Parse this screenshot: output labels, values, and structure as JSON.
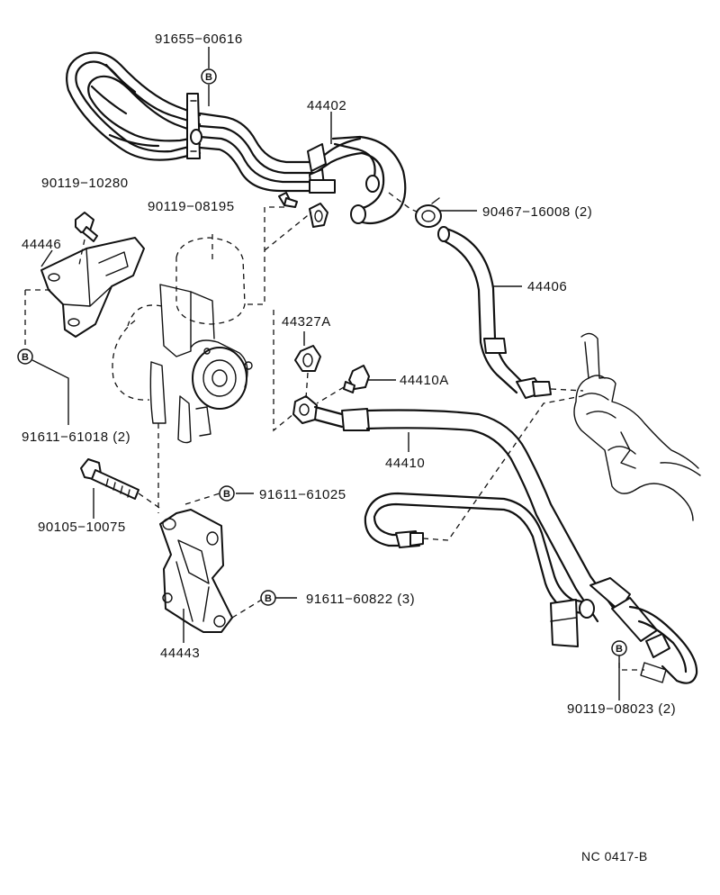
{
  "labels": {
    "p91655_60616": "91655−60616",
    "p44402": "44402",
    "p90119_10280": "90119−10280",
    "p90119_08195": "90119−08195",
    "p90467_16008": "90467−16008 (2)",
    "p44446": "44446",
    "p44406": "44406",
    "p44327A": "44327A",
    "p44410A": "44410A",
    "p91611_61018": "91611−61018 (2)",
    "p44410": "44410",
    "p91611_61025": "91611−61025",
    "p90105_10075": "90105−10075",
    "p91611_60822": "91611−60822 (3)",
    "p44443": "44443",
    "p90119_08023": "90119−08023 (2)",
    "ref_code": "NC 0417-B"
  },
  "marker_letter": "B"
}
